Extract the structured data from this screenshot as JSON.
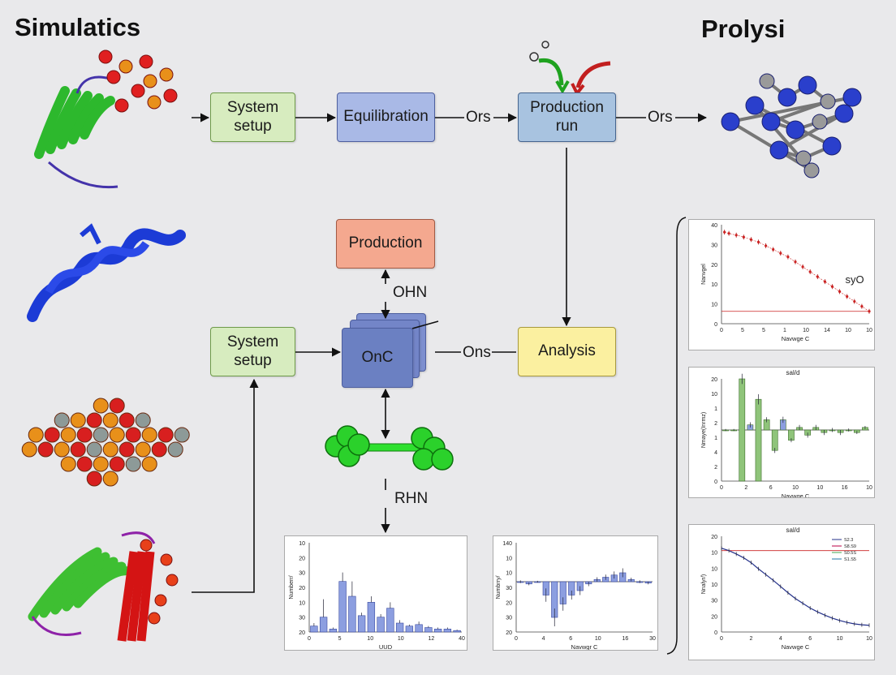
{
  "titles": {
    "left": "Simulatics",
    "right": "Prolysi"
  },
  "boxes": {
    "system_setup_1": "System\nsetup",
    "equilibration": "Equilibration",
    "production_run": "Production\nrun",
    "production": "Production",
    "system_setup_2": "System\nsetup",
    "onc": "OnC",
    "analysis": "Analysis"
  },
  "edge_labels": {
    "ors_1": "Ors",
    "ors_2": "Ors",
    "ohn": "OHN",
    "ons": "Ons",
    "rhn": "RHN"
  },
  "colors": {
    "box_green": "#d7ecbf",
    "box_blue": "#a9b9e6",
    "box_lightblue": "#a8c3e0",
    "box_salmon": "#f4a88f",
    "box_yellow": "#fbf0a0",
    "bar_blue": "#8c9ee0",
    "bar_green": "#8fc47a",
    "line_red": "#c22",
    "line_navy": "#24318a"
  },
  "chart_data": [
    {
      "id": "bottom-left",
      "type": "bar",
      "xlabel": "UUD",
      "ylabel": "Numberr/",
      "yticks": [
        "10",
        "20",
        "30",
        "20",
        "10",
        "30",
        "20"
      ],
      "xticks": [
        "0",
        "5",
        "10",
        "10",
        "12",
        "40"
      ],
      "ylim": [
        0,
        30
      ],
      "values": [
        2,
        5,
        1,
        17,
        12,
        5.5,
        10,
        5,
        8,
        3,
        2,
        2.5,
        1.5,
        1,
        1,
        0.5
      ],
      "errors": [
        1,
        6,
        0.5,
        3,
        5,
        1,
        2,
        1,
        2,
        1,
        0.5,
        1,
        0.5,
        0.5,
        0.5,
        0.3
      ]
    },
    {
      "id": "bottom-middle",
      "type": "bar",
      "xlabel": "Navwgr C",
      "ylabel": "Numbrry/",
      "yticks": [
        "140",
        "10",
        "10",
        "30",
        "20",
        "30",
        "20"
      ],
      "xticks": [
        "0",
        "4",
        "6",
        "10",
        "16",
        "30"
      ],
      "baseline": 0,
      "ylim": [
        -10,
        10
      ],
      "values": [
        0,
        -0.5,
        0,
        -3,
        -8,
        -5,
        -3,
        -2,
        -0.5,
        0.5,
        1,
        1.5,
        2,
        0.5,
        0,
        -0.3
      ],
      "errors": [
        0.3,
        0.3,
        0.2,
        1.5,
        2,
        1.5,
        1,
        1,
        0.5,
        0.5,
        0.6,
        0.8,
        1,
        0.4,
        0.3,
        0.3
      ]
    },
    {
      "id": "right-top",
      "type": "scatter",
      "title": "",
      "xlabel": "Navwge C",
      "ylabel": "Nanvgel",
      "annotation": "syO",
      "yticks": [
        "40",
        "30",
        "20",
        "10",
        "10",
        "0"
      ],
      "xticks": [
        "0",
        "5",
        "5",
        "1",
        "10",
        "14",
        "10",
        "10"
      ],
      "ylim": [
        0,
        40
      ],
      "xlim": [
        0,
        10
      ],
      "reference_y": 5,
      "points": [
        [
          0.2,
          37
        ],
        [
          0.5,
          36.5
        ],
        [
          1,
          35.8
        ],
        [
          1.5,
          35
        ],
        [
          2,
          34
        ],
        [
          2.5,
          33
        ],
        [
          3,
          31.5
        ],
        [
          3.5,
          30
        ],
        [
          4,
          28.5
        ],
        [
          4.5,
          27
        ],
        [
          5,
          25
        ],
        [
          5.5,
          23
        ],
        [
          6,
          21
        ],
        [
          6.5,
          19
        ],
        [
          7,
          17
        ],
        [
          7.5,
          15
        ],
        [
          8,
          13
        ],
        [
          8.5,
          11
        ],
        [
          9,
          9
        ],
        [
          9.5,
          7
        ],
        [
          10,
          5
        ]
      ]
    },
    {
      "id": "right-middle",
      "type": "bar",
      "title": "sal/d",
      "xlabel": "Navwge C",
      "ylabel": "Nmaye(Inrmz)",
      "yticks": [
        "20",
        "10",
        "1",
        "2",
        "1",
        "4",
        "2",
        "0"
      ],
      "xticks": [
        "0",
        "2",
        "6",
        "10",
        "10",
        "16",
        "10"
      ],
      "ylim": [
        0,
        20
      ],
      "baseline": 10,
      "values": [
        10,
        10,
        20,
        11,
        16,
        12,
        6,
        12,
        8,
        10.5,
        9,
        10.5,
        9.5,
        10,
        9.5,
        10,
        9.5,
        10.5
      ],
      "errors": [
        0.2,
        0.2,
        1,
        0.5,
        1,
        0.5,
        0.5,
        0.6,
        0.4,
        0.5,
        0.5,
        0.5,
        0.5,
        0.4,
        0.5,
        0.3,
        0.3,
        0.3
      ]
    },
    {
      "id": "right-bottom",
      "type": "line",
      "title": "sal/d",
      "xlabel": "Navwge C",
      "ylabel": "Nnalyr/)",
      "yticks": [
        "20",
        "10",
        "10",
        "10",
        "30",
        "20",
        "0"
      ],
      "xticks": [
        "0",
        "2",
        "4",
        "6",
        "10",
        "10"
      ],
      "ylim": [
        0,
        20
      ],
      "xlim": [
        0,
        10
      ],
      "reference_y": 17,
      "legend": [
        "S2.3",
        "S8.S9",
        "S0.5S",
        "S1.S5"
      ],
      "legend_colors": [
        "#24318a",
        "#b04",
        "#4a5",
        "#27a"
      ],
      "points": [
        [
          0,
          17.5
        ],
        [
          0.5,
          17
        ],
        [
          1,
          16.3
        ],
        [
          1.5,
          15.5
        ],
        [
          2,
          14.5
        ],
        [
          2.5,
          13.2
        ],
        [
          3,
          12
        ],
        [
          3.5,
          10.8
        ],
        [
          4,
          9.5
        ],
        [
          4.5,
          8.2
        ],
        [
          5,
          7
        ],
        [
          5.5,
          6
        ],
        [
          6,
          5
        ],
        [
          6.5,
          4.2
        ],
        [
          7,
          3.5
        ],
        [
          7.5,
          2.9
        ],
        [
          8,
          2.4
        ],
        [
          8.5,
          2
        ],
        [
          9,
          1.7
        ],
        [
          9.5,
          1.5
        ],
        [
          10,
          1.4
        ]
      ]
    }
  ]
}
